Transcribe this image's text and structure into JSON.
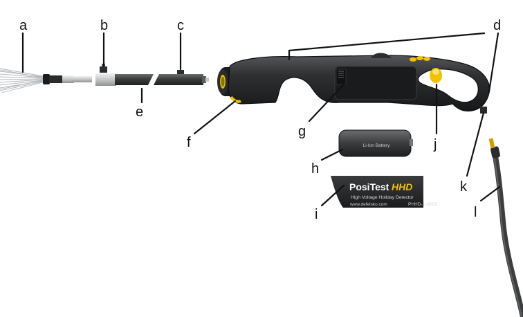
{
  "callouts": {
    "a": "a",
    "b": "b",
    "c": "c",
    "d": "d",
    "e": "e",
    "f": "f",
    "g": "g",
    "h": "h",
    "i": "i",
    "j": "j",
    "k": "k",
    "l": "l"
  },
  "battery": {
    "label": "Li-Ion Battery"
  },
  "nameplate": {
    "brand": "PosiTest",
    "model": "HHD",
    "subtitle": "High Voltage Holiday Detector",
    "url": "www.defelsko.com",
    "code": "PHHD-1-2023"
  },
  "colors": {
    "body": "#2e2f31",
    "body_dark": "#1c1d1e",
    "body_light": "#4a4c4f",
    "accent_yellow": "#f2c200",
    "wand": "#3a3b3d",
    "metal": "#c9cbcd",
    "bristles": "#b8bbbe",
    "cable": "#3c3d3f"
  },
  "icons": {
    "brush": "wire-brush-icon",
    "probe": "probe-icon",
    "cable_plug": "ground-cable-plug-icon"
  }
}
